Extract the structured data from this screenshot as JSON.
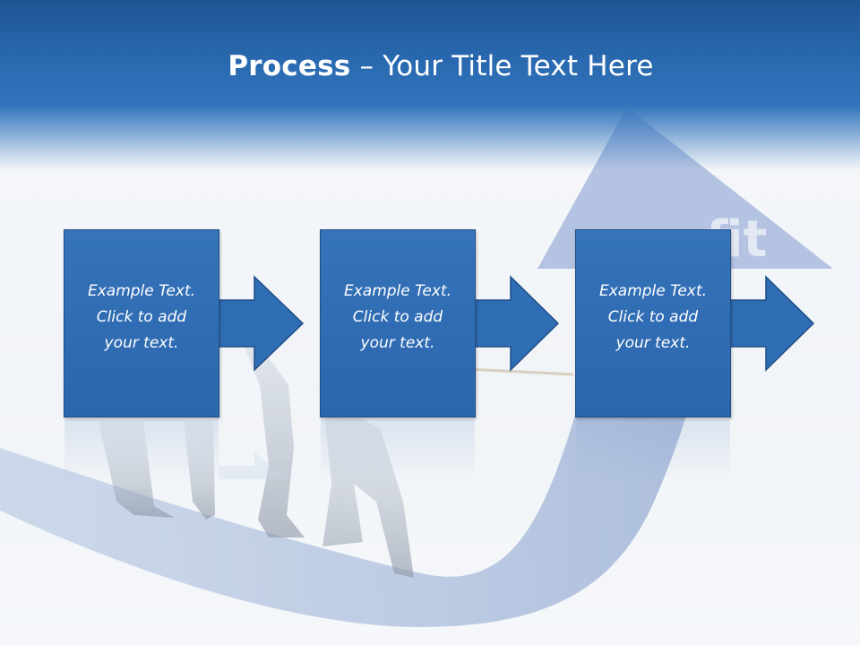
{
  "slide": {
    "title_strong": "Process",
    "title_rest": " – Your Title Text Here",
    "colors": {
      "header": "#2a6ab1",
      "box_fill": "#3170b7",
      "box_border": "#1f4f86",
      "text": "#ffffff"
    }
  },
  "process": {
    "steps": [
      {
        "text": "Example Text.\nClick  to add\nyour text."
      },
      {
        "text": "Example Text.\nClick  to add\nyour text."
      },
      {
        "text": "Example Text.\nClick  to add\nyour text."
      }
    ]
  },
  "background": {
    "graphic_text": "fit"
  }
}
